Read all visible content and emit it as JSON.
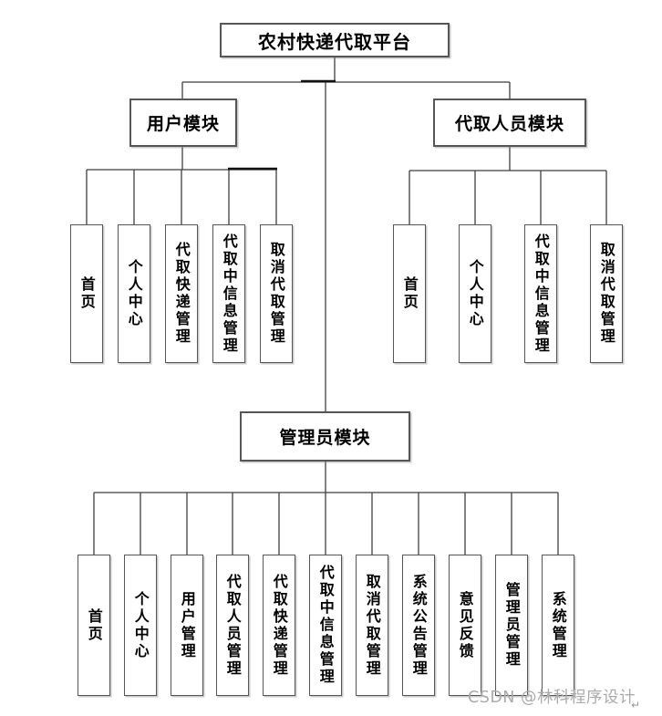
{
  "diagram": {
    "root": "农村快递代取平台",
    "modules": [
      {
        "label": "用户模块",
        "children": [
          "首页",
          "个人中心",
          "代取快递管理",
          "代取中信息管理",
          "取消代取管理"
        ]
      },
      {
        "label": "代取人员模块",
        "children": [
          "首页",
          "个人中心",
          "代取中信息管理",
          "取消代取管理"
        ]
      },
      {
        "label": "管理员模块",
        "children": [
          "首页",
          "个人中心",
          "用户管理",
          "代取人员管理",
          "代取快递管理",
          "代取中信息管理",
          "取消代取管理",
          "系统公告管理",
          "意见反馈",
          "管理员管理",
          "系统管理"
        ]
      }
    ]
  },
  "watermark": {
    "text": "CSDN @林科程序设计",
    "return_mark": "↵"
  },
  "colors": {
    "line": "#3f3f3f",
    "line_dark": "#111111",
    "box_border": "#565656",
    "text": "#000000",
    "watermark": "#aaaaaa",
    "background": "#ffffff"
  }
}
